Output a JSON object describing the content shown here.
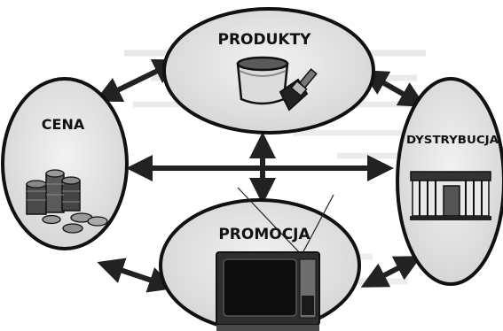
{
  "nodes": {
    "produkty": {
      "label": "PRODUKTY"
    },
    "cena": {
      "label": "CENA"
    },
    "dystrybucja": {
      "label": "DYSTRYBUCJA"
    },
    "promocja": {
      "label": "PROMOCJA"
    }
  }
}
